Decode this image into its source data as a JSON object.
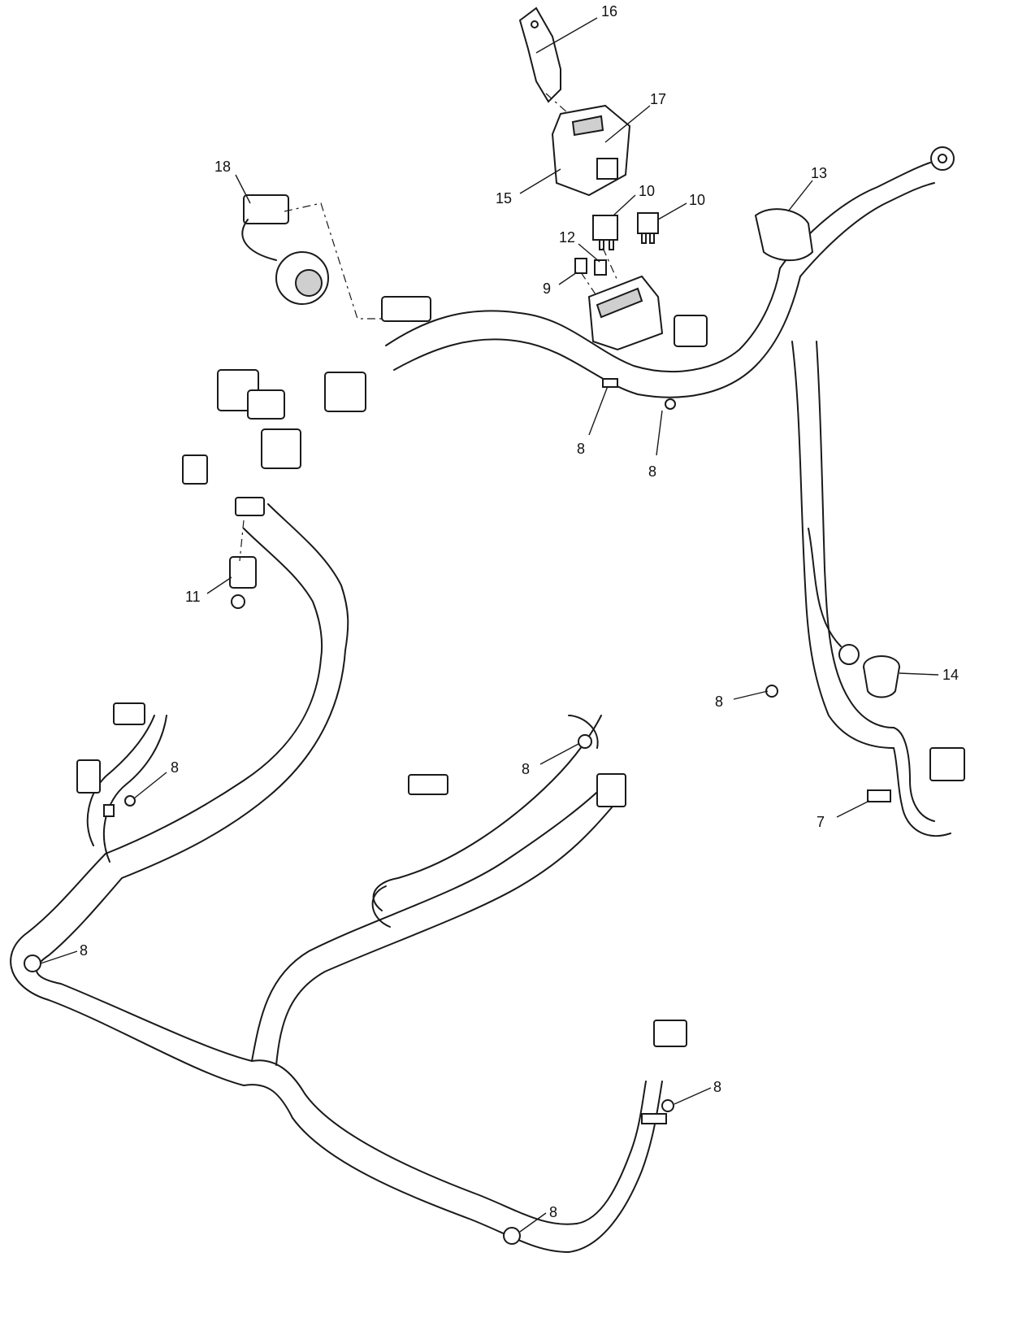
{
  "callouts": [
    {
      "id": "c16",
      "label": "16"
    },
    {
      "id": "c17",
      "label": "17"
    },
    {
      "id": "c15",
      "label": "15"
    },
    {
      "id": "c18",
      "label": "18"
    },
    {
      "id": "c13",
      "label": "13"
    },
    {
      "id": "c10a",
      "label": "10"
    },
    {
      "id": "c10b",
      "label": "10"
    },
    {
      "id": "c12",
      "label": "12"
    },
    {
      "id": "c9",
      "label": "9"
    },
    {
      "id": "c8a",
      "label": "8"
    },
    {
      "id": "c8b",
      "label": "8"
    },
    {
      "id": "c11",
      "label": "11"
    },
    {
      "id": "c14",
      "label": "14"
    },
    {
      "id": "c8c",
      "label": "8"
    },
    {
      "id": "c8d",
      "label": "8"
    },
    {
      "id": "c8e",
      "label": "8"
    },
    {
      "id": "c7",
      "label": "7"
    },
    {
      "id": "c8f",
      "label": "8"
    },
    {
      "id": "c8g",
      "label": "8"
    },
    {
      "id": "c8h",
      "label": "8"
    }
  ]
}
